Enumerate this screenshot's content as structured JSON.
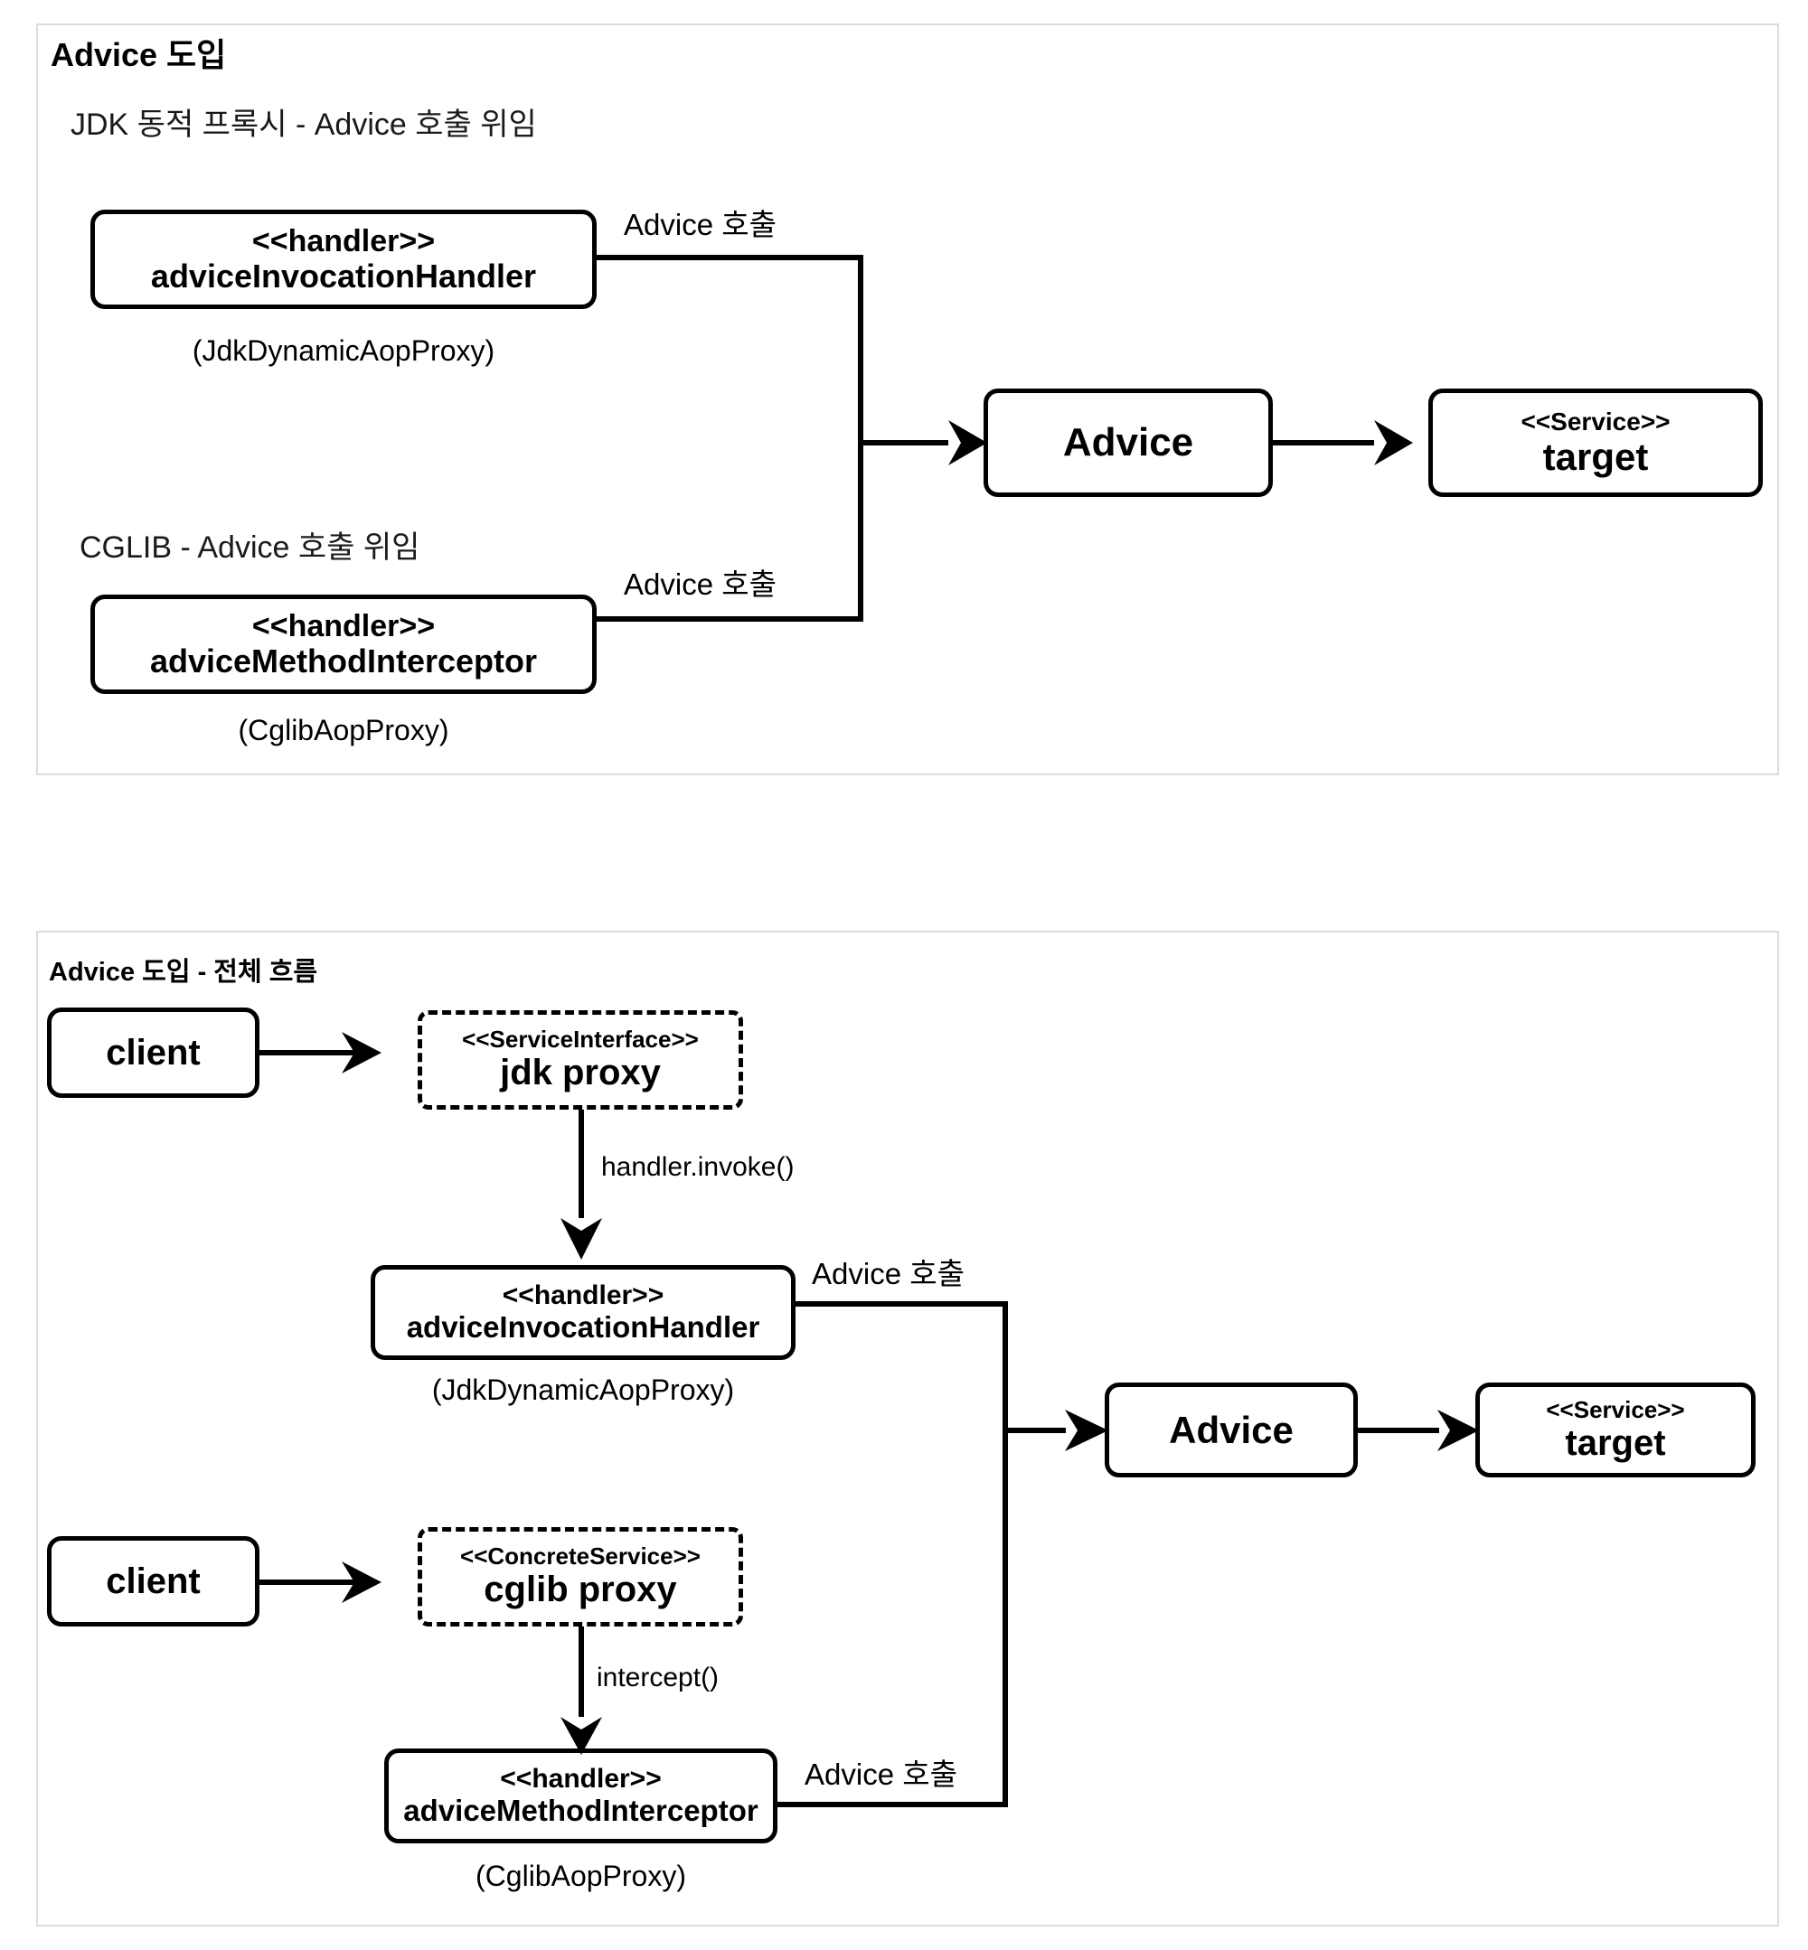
{
  "panels": [
    {
      "title": "Advice 도입",
      "sections": [
        {
          "caption": "JDK 동적 프록시 -  Advice 호출 위임"
        },
        {
          "caption": "CGLIB - Advice 호출 위임"
        }
      ],
      "nodes": {
        "advice_invocation_handler": {
          "stereotype": "<<handler>>",
          "name": "adviceInvocationHandler",
          "caption": "(JdkDynamicAopProxy)"
        },
        "advice_method_interceptor": {
          "stereotype": "<<handler>>",
          "name": "adviceMethodInterceptor",
          "caption": "(CglibAopProxy)"
        },
        "advice": {
          "name": "Advice"
        },
        "target": {
          "stereotype": "<<Service>>",
          "name": "target"
        }
      },
      "edge_labels": {
        "jdk_to_advice": "Advice 호출",
        "cglib_to_advice": "Advice 호출"
      }
    },
    {
      "title": "Advice 도입 - 전체 흐름",
      "nodes": {
        "client_top": {
          "name": "client"
        },
        "jdk_proxy": {
          "stereotype": "<<ServiceInterface>>",
          "name": "jdk proxy"
        },
        "advice_invocation_handler": {
          "stereotype": "<<handler>>",
          "name": "adviceInvocationHandler",
          "caption": "(JdkDynamicAopProxy)"
        },
        "client_bottom": {
          "name": "client"
        },
        "cglib_proxy": {
          "stereotype": "<<ConcreteService>>",
          "name": "cglib proxy"
        },
        "advice_method_interceptor": {
          "stereotype": "<<handler>>",
          "name": "adviceMethodInterceptor",
          "caption": "(CglibAopProxy)"
        },
        "advice": {
          "name": "Advice"
        },
        "target": {
          "stereotype": "<<Service>>",
          "name": "target"
        }
      },
      "edge_labels": {
        "handler_invoke": "handler.invoke()",
        "intercept": "intercept()",
        "jdk_to_advice": "Advice 호출",
        "cglib_to_advice": "Advice 호출"
      }
    }
  ],
  "colors": {
    "stroke": "#000000",
    "panel_border": "#dcdcdc",
    "background": "#ffffff"
  }
}
